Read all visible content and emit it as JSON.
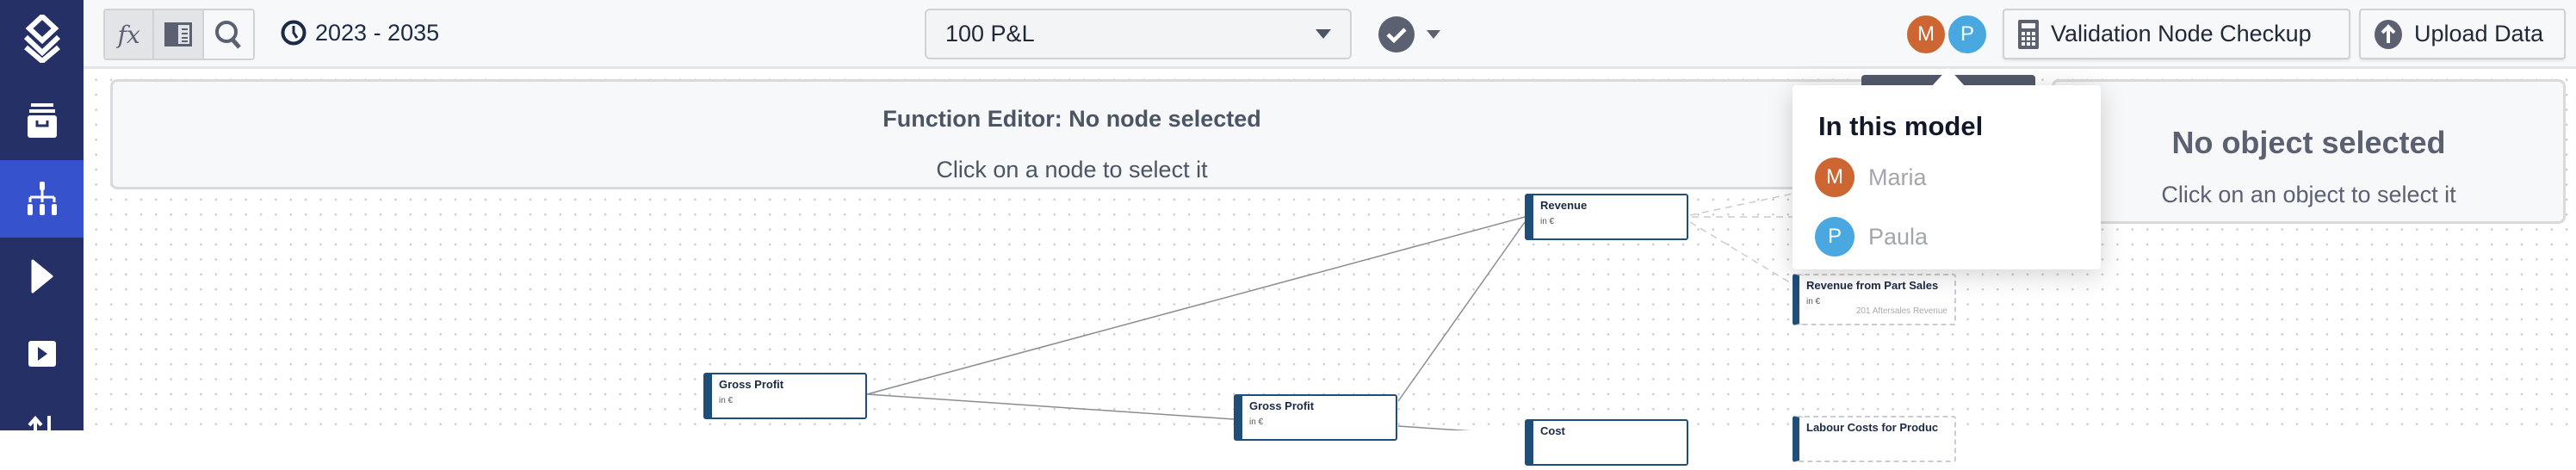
{
  "sidebar": {
    "items": [
      {
        "icon": "layers-logo-icon"
      },
      {
        "icon": "archive-icon"
      },
      {
        "icon": "sitemap-icon",
        "active": true
      },
      {
        "icon": "play-icon"
      },
      {
        "icon": "video-icon"
      },
      {
        "icon": "sort-arrows-icon"
      }
    ]
  },
  "toolbar": {
    "fx_label": "fx",
    "period": "2023 - 2035",
    "model_select": "100 P&L",
    "validation_button": "Validation Node Checkup",
    "upload_button": "Upload Data"
  },
  "users": [
    {
      "initial": "M",
      "name": "Maria",
      "color": "#cd6632"
    },
    {
      "initial": "P",
      "name": "Paula",
      "color": "#4aa8e0"
    }
  ],
  "popover": {
    "title": "In this model"
  },
  "function_editor": {
    "title": "Function Editor: No node selected",
    "subtitle": "Click on a node to select it"
  },
  "object_panel": {
    "title": "No object selected",
    "subtitle": "Click on an object to select it"
  },
  "nodes": [
    {
      "title": "Revenue",
      "unit": "in €"
    },
    {
      "title": "Gross Profit",
      "unit": "in €"
    },
    {
      "title": "Gross Profit",
      "unit": "in €"
    },
    {
      "title": "Cost",
      "unit": ""
    },
    {
      "title": "Revenue from Part Sales",
      "unit": "in €",
      "ref": "201 Aftersales Revenue"
    },
    {
      "title": "Labour Costs for Produc",
      "unit": ""
    }
  ],
  "colors": {
    "sidebar": "#253066",
    "active": "#3652cc",
    "node": "#1f4e79"
  }
}
